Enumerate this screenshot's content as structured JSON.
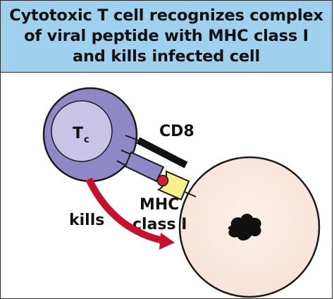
{
  "title": {
    "lines": [
      "Cytotoxic T cell recognizes complex",
      "of viral peptide with MHC class I",
      "and kills infected cell"
    ]
  },
  "diagram": {
    "tc_cell_label": "T",
    "tc_cell_subscript": "c",
    "cd8_label": "CD8",
    "mhc_label_line1": "MHC",
    "mhc_label_line2": "class I",
    "kills_label": "kills"
  },
  "colors": {
    "title_background": "#9fd0ee",
    "tc_cell_outer": "#8f88c6",
    "tc_cell_inner": "#c9c3e6",
    "tcr": "#8f88c6",
    "mhc": "#f4f08a",
    "peptide": "#d1202f",
    "target_cell": "#f8e2d6",
    "nucleus": "#111111",
    "kill_arrow": "#c8102e"
  }
}
